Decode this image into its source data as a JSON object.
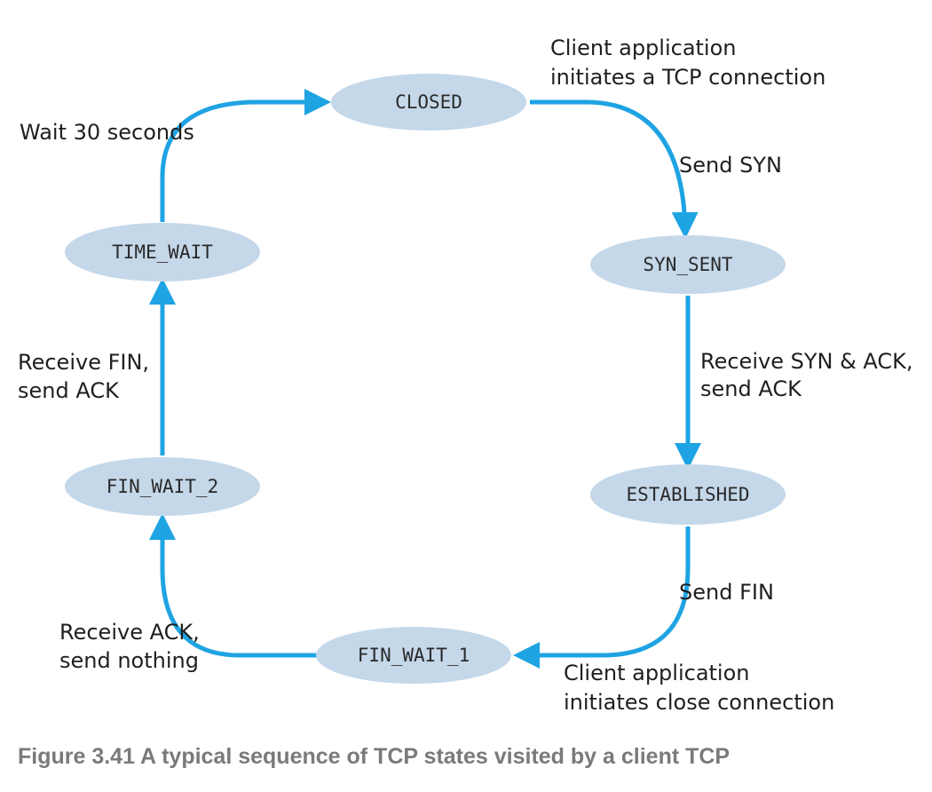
{
  "states": {
    "closed": "CLOSED",
    "syn_sent": "SYN_SENT",
    "established": "ESTABLISHED",
    "fin_wait_1": "FIN_WAIT_1",
    "fin_wait_2": "FIN_WAIT_2",
    "time_wait": "TIME_WAIT"
  },
  "transitions": {
    "closed_to_syn_sent": {
      "trigger": [
        "Client application",
        "initiates a TCP connection"
      ],
      "action": "Send SYN"
    },
    "syn_sent_to_established": {
      "label": [
        "Receive SYN & ACK,",
        "send ACK"
      ]
    },
    "established_to_fin_wait_1": {
      "action": "Send FIN",
      "trigger": [
        "Client application",
        "initiates close connection"
      ]
    },
    "fin_wait_1_to_fin_wait_2": {
      "label": [
        "Receive ACK,",
        "send nothing"
      ]
    },
    "fin_wait_2_to_time_wait": {
      "label": [
        "Receive FIN,",
        "send ACK"
      ]
    },
    "time_wait_to_closed": {
      "label": "Wait 30 seconds"
    }
  },
  "colors": {
    "state_fill": "#c5d8ea",
    "arrow": "#1ea3e3",
    "caption": "#7a7a7a"
  },
  "caption": "Figure 3.41 A typical sequence of TCP states visited by a client TCP"
}
